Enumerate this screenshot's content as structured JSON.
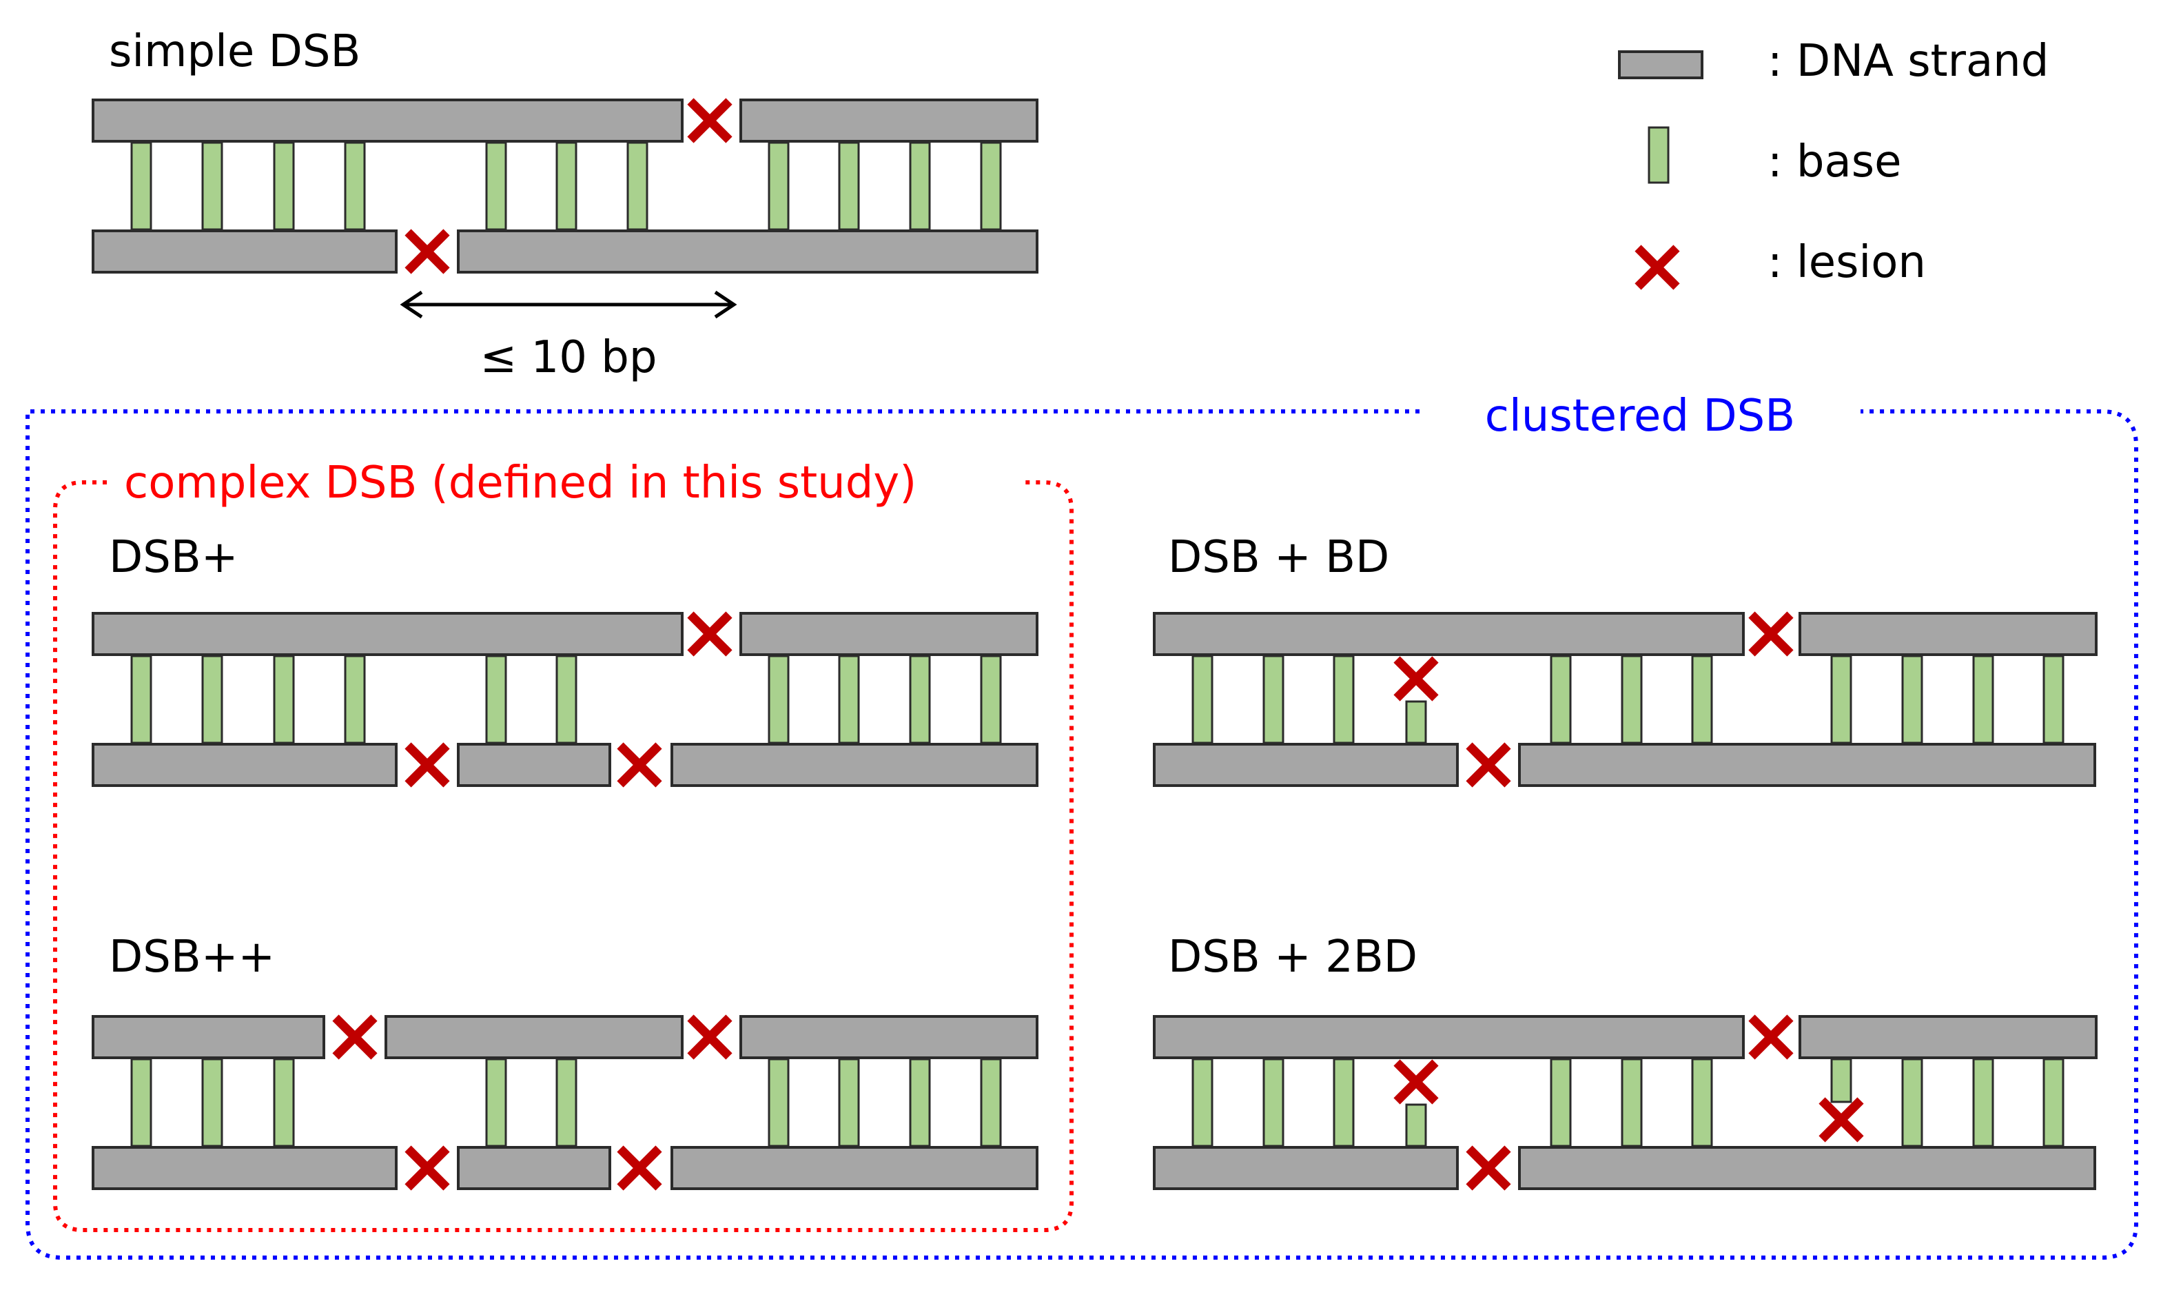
{
  "colors": {
    "strand_fill": "#a6a6a6",
    "strand_stroke": "#2b2b2b",
    "base_fill": "#a9d18e",
    "base_stroke": "#2b2b2b",
    "lesion": "#c00000",
    "clustered_border": "#0000ff",
    "complex_border": "#ff0000",
    "arrow": "#000000"
  },
  "icons": {
    "strand": "gray-rectangle",
    "base": "green-bar",
    "lesion": "red-x-mark"
  },
  "legend": {
    "strand": ": DNA strand",
    "base": ": base",
    "lesion": ": lesion"
  },
  "simple": {
    "title": "simple DSB",
    "distance": "≤ 10 bp"
  },
  "clustered": {
    "title": "clustered DSB"
  },
  "complex": {
    "title": "complex DSB (defined in this study)"
  },
  "panels": {
    "dsb_plus": "DSB+",
    "dsb_plusplus": "DSB++",
    "dsb_bd": "DSB + BD",
    "dsb_2bd": "DSB + 2BD"
  }
}
